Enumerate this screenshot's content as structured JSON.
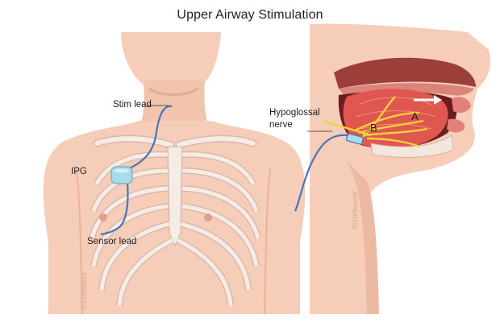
{
  "title": "Upper Airway Stimulation",
  "labels": {
    "stim_lead": "Stim lead",
    "ipg": "IPG",
    "sensor_lead": "Sensor lead",
    "hypoglossal_line1": "Hypoglossal",
    "hypoglossal_line2": "nerve",
    "marker_a": "A",
    "marker_b": "B"
  },
  "signature": "©Gebauer",
  "colors": {
    "skin": "#f5cdb8",
    "skin_shadow": "#e9b29a",
    "bone": "#f6ece6",
    "bone_outline": "#d8b3a5",
    "device": "#a9dce8",
    "lead_wire": "#4a74b8",
    "tongue": "#e0574f",
    "nerve": "#f2d23c"
  }
}
